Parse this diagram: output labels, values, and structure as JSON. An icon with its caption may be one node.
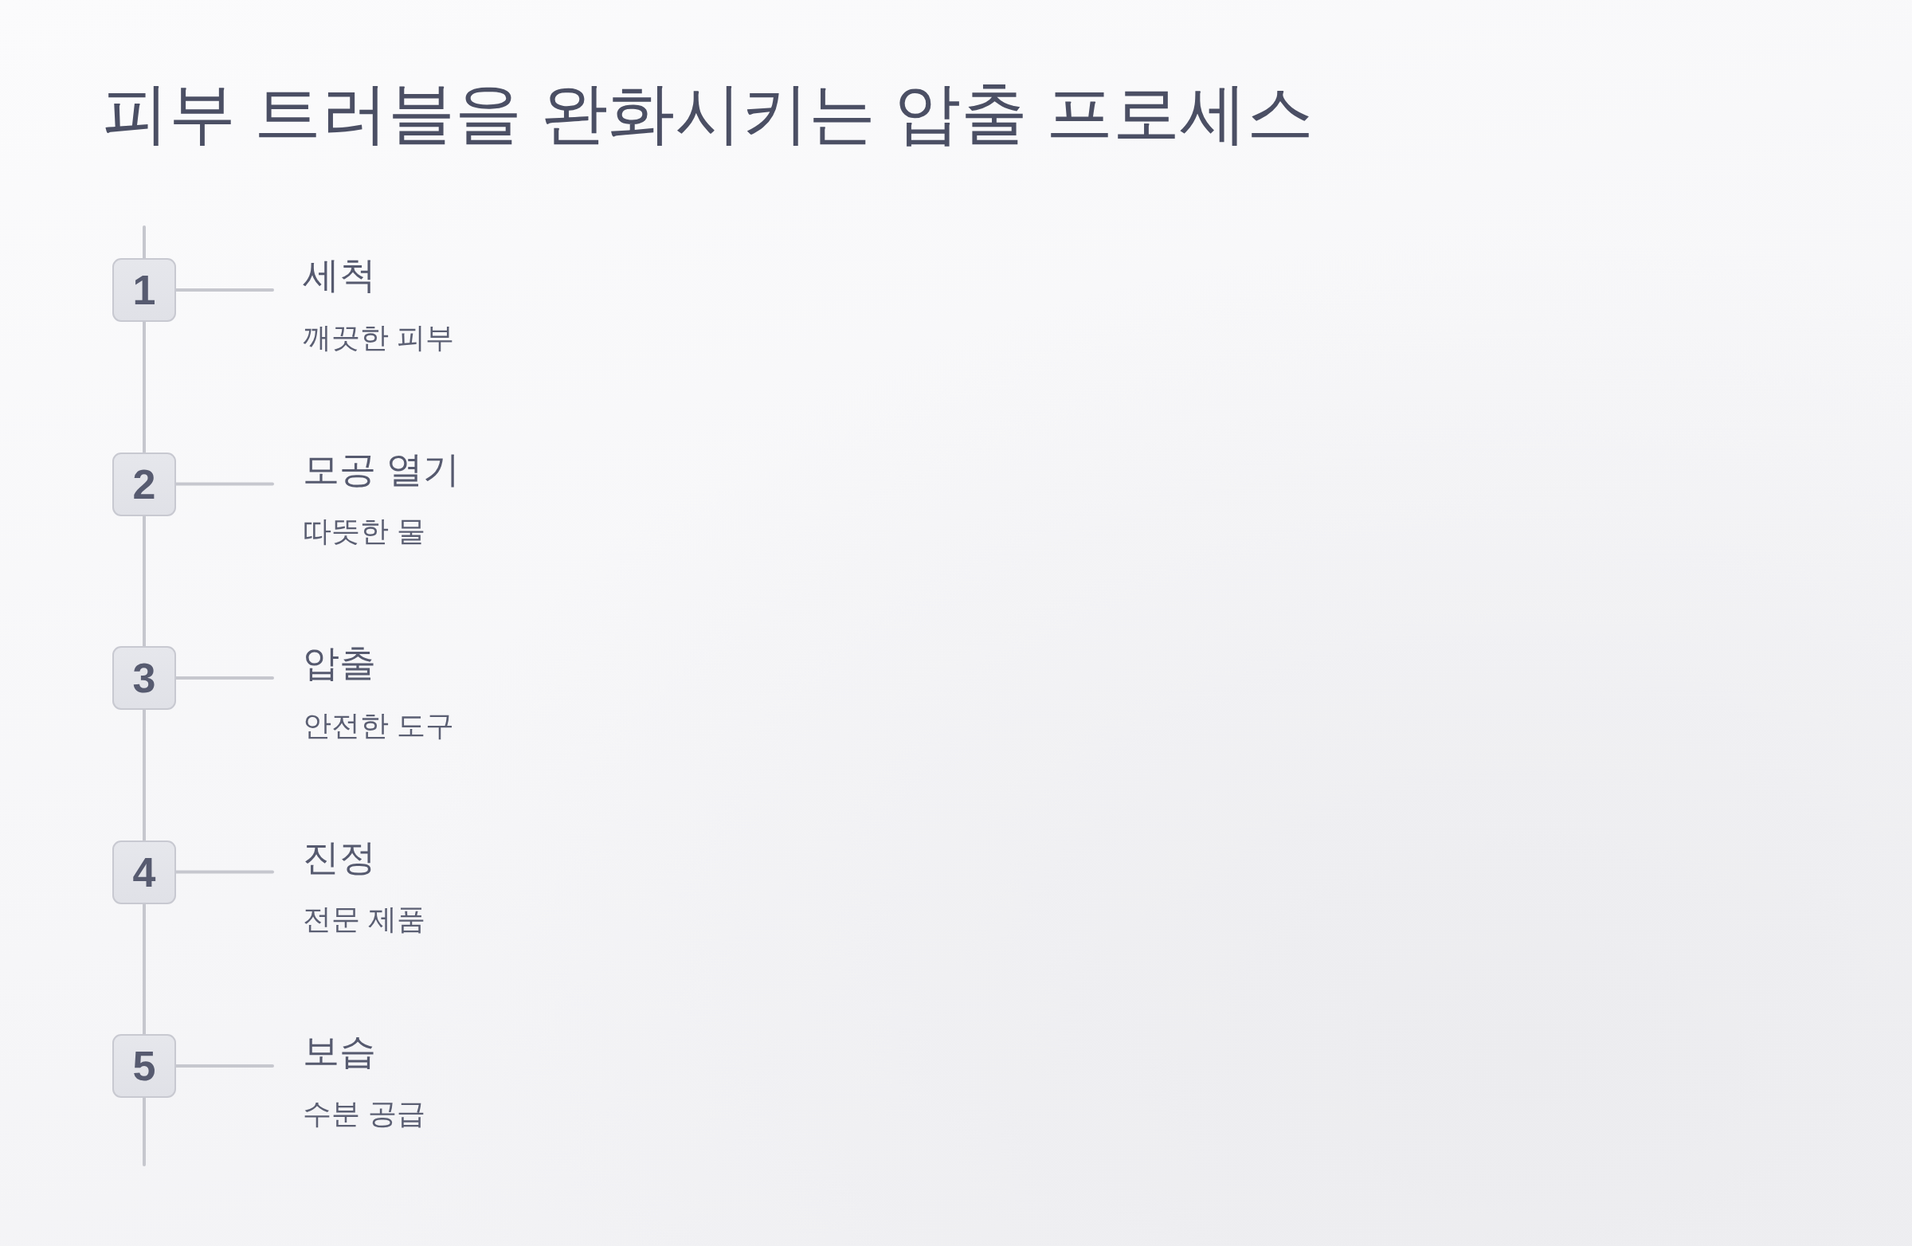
{
  "diagram": {
    "title": "피부 트러블을 완화시키는 압출 프로세스",
    "nodes": [
      {
        "text": [
          "1"
        ]
      },
      {
        "text": [
          "세척",
          "깨끗한 피부"
        ]
      },
      {
        "text": [
          "2"
        ]
      },
      {
        "text": [
          "모공 열기",
          "따뜻한 물"
        ]
      },
      {
        "text": [
          "3"
        ]
      },
      {
        "text": [
          "압출",
          "안전한 도구"
        ]
      },
      {
        "text": [
          "4"
        ]
      },
      {
        "text": [
          "진정",
          "전문 제품"
        ]
      },
      {
        "text": [
          "5"
        ]
      },
      {
        "text": [
          "보습",
          "수분 공급"
        ]
      }
    ],
    "edges": [
      {
        "from": null,
        "to": 0,
        "arrow": "none"
      },
      {
        "from": 0,
        "to": 1,
        "arrow": "none"
      },
      {
        "from": 0,
        "to": 2,
        "arrow": "none"
      },
      {
        "from": 2,
        "to": 3,
        "arrow": "none"
      },
      {
        "from": 2,
        "to": 4,
        "arrow": "none"
      },
      {
        "from": 4,
        "to": 5,
        "arrow": "none"
      },
      {
        "from": 4,
        "to": 6,
        "arrow": "none"
      },
      {
        "from": 6,
        "to": 7,
        "arrow": "none"
      },
      {
        "from": 6,
        "to": 8,
        "arrow": "none"
      },
      {
        "from": 8,
        "to": 9,
        "arrow": "none"
      },
      {
        "from": 8,
        "to": null,
        "arrow": "none"
      }
    ]
  }
}
